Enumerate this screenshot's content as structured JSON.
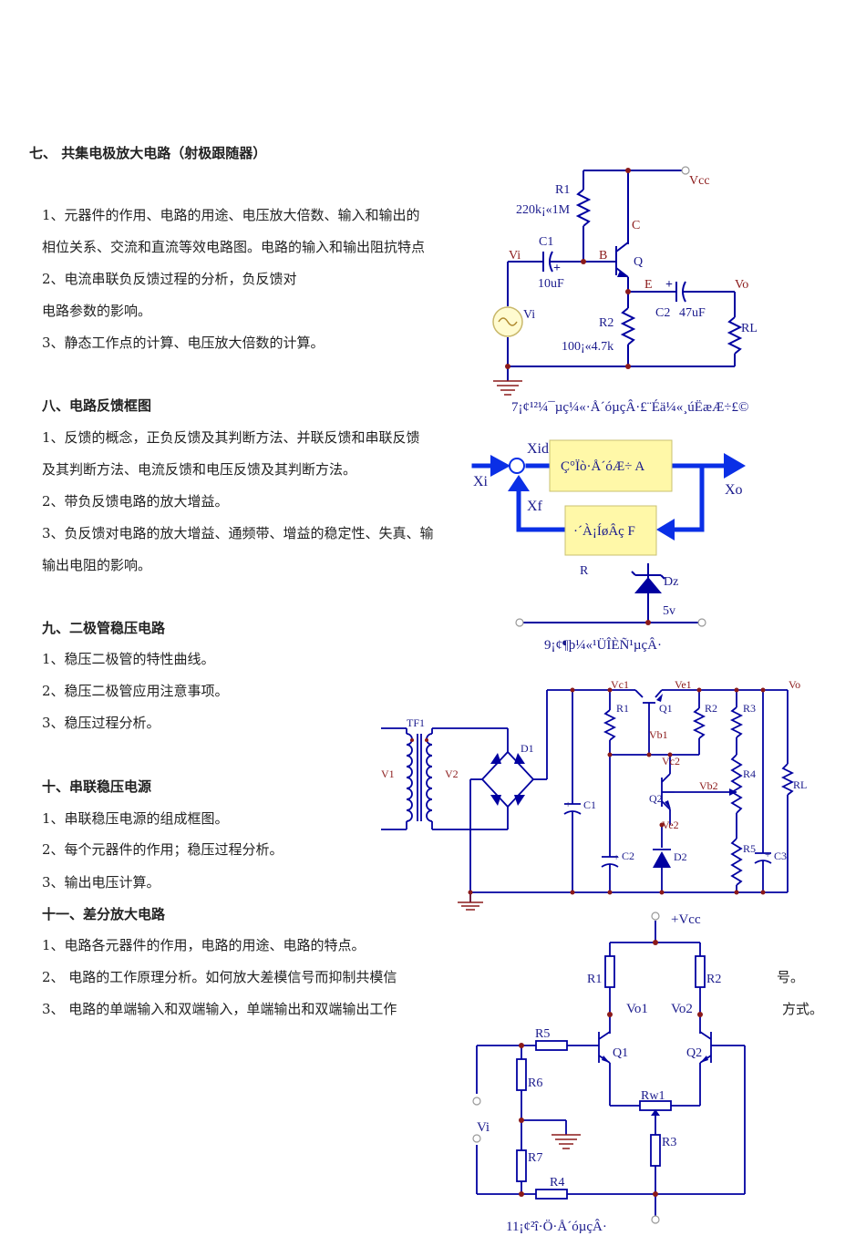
{
  "sections": {
    "s7": {
      "heading": "七、  共集电极放大电路（射极跟随器）",
      "items": [
        "1、元器件的作用、电路的用途、电压放大倍数、输入和输出的",
        "相位关系、交流和直流等效电路图。电路的输入和输出阻抗特点",
        "2、电流串联负反馈过程的分析，负反馈对",
        "电路参数的影响。",
        "3、静态工作点的计算、电压放大倍数的计算。"
      ]
    },
    "s8": {
      "heading": "八、电路反馈框图",
      "items": [
        "1、反馈的概念，正负反馈及其判断方法、并联反馈和串联反馈",
        "及其判断方法、电流反馈和电压反馈及其判断方法。",
        "2、带负反馈电路的放大增益。",
        "3、负反馈对电路的放大增益、通频带、增益的稳定性、失真、输",
        "输出电阻的影响。"
      ]
    },
    "s9": {
      "heading": "九、二极管稳压电路",
      "items": [
        "1、稳压二极管的特性曲线。",
        "2、稳压二极管应用注意事项。",
        "3、稳压过程分析。"
      ]
    },
    "s10": {
      "heading": "十、串联稳压电源",
      "items": [
        "1、串联稳压电源的组成框图。",
        "2、每个元器件的作用；稳压过程分析。",
        "3、输出电压计算。"
      ]
    },
    "s11": {
      "heading": "十一、差分放大电路",
      "items": [
        "1、电路各元器件的作用，电路的用途、电路的特点。",
        "2、 电路的工作原理分析。如何放大差模信号而抑制共模信",
        "3、 电路的单端输入和双端输入，单端输出和双端输出工作"
      ],
      "tails": [
        "号。",
        "方式。"
      ]
    }
  },
  "fig7": {
    "labels": {
      "vcc": "Vcc",
      "r1": "R1",
      "r1_val": "220k¡«1M",
      "c": "C",
      "c1": "C1",
      "vi": "Vi",
      "b": "B",
      "q": "Q",
      "c1_val": "10uF",
      "e": "E",
      "vo": "Vo",
      "vi_src": "Vi",
      "r2": "R2",
      "c2": "C2",
      "c2_val": "47uF",
      "rl": "RL",
      "r2_val": "100¡«4.7k"
    },
    "caption": "7¡¢¹²¼¯µç¼«·Å´óµçÂ·£¨Éä¼«¸úËæÆ÷£©"
  },
  "fig8": {
    "labels": {
      "xid": "Xid",
      "xi": "Xi",
      "xo": "Xo",
      "xf": "Xf",
      "amp": "Ç°Ïò·Å´óÆ÷  A",
      "fb": "·´À¡ÍøÂç F"
    },
    "colors": {
      "block": "#fff8a8",
      "arrow": "#0a2fe6"
    }
  },
  "fig9": {
    "labels": {
      "r": "R",
      "dz": "Dz",
      "v": "5v"
    },
    "caption": "9¡¢¶þ¼«¹ÜÎÈÑ¹µçÂ·"
  },
  "fig10": {
    "labels": {
      "tf1": "TF1",
      "v1": "V1",
      "v2": "V2",
      "d1": "D1",
      "c1": "C1",
      "vc1": "Vc1",
      "ve1": "Ve1",
      "vo": "Vo",
      "r1": "R1",
      "q1": "Q1",
      "r2": "R2",
      "r3": "R3",
      "vb1": "Vb1",
      "vc2": "Vc2",
      "r4": "R4",
      "rl": "RL",
      "q2": "Q2",
      "vb2": "Vb2",
      "ve2": "Ve2",
      "c2": "C2",
      "d2": "D2",
      "r5": "R5",
      "c3": "C3"
    }
  },
  "fig11": {
    "labels": {
      "vcc": "+Vcc",
      "r1": "R1",
      "r2": "R2",
      "vo1": "Vo1",
      "vo2": "Vo2",
      "r5": "R5",
      "q1": "Q1",
      "q2": "Q2",
      "r6": "R6",
      "rw1": "Rw1",
      "vi": "Vi",
      "r3": "R3",
      "r7": "R7",
      "r4": "R4"
    },
    "caption": "11¡¢²î·Ö·Å´óµçÂ·"
  }
}
